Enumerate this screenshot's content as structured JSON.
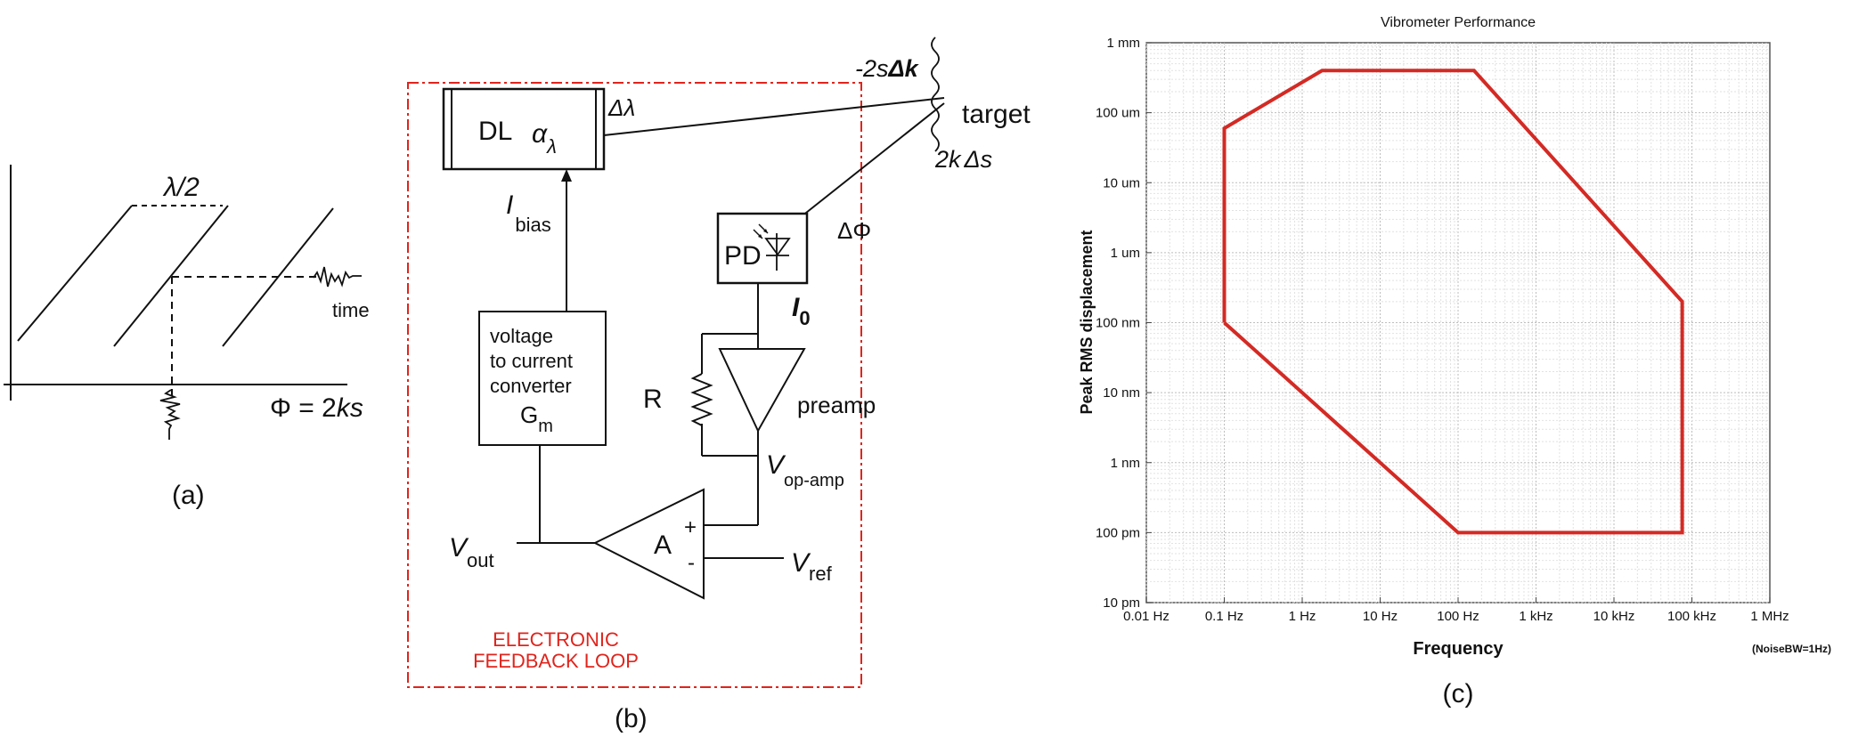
{
  "panel_a": {
    "caption": "(a)",
    "half_wavelength": "λ/2",
    "time_label": "time",
    "phase_prefix": "Φ = 2",
    "phase_var": "ks"
  },
  "panel_b": {
    "caption": "(b)",
    "dl_label": "DL",
    "alpha": "α",
    "alpha_sub": "λ",
    "delta_lambda": "Δλ",
    "minus_2s": "-2s",
    "delta_k": "Δk",
    "target": "target",
    "two_k": "2k",
    "delta_s": "Δs",
    "i_bias": "I",
    "i_bias_sub": "bias",
    "pd": "PD",
    "delta_phi": "ΔΦ",
    "i0": "I",
    "i0_sub": "0",
    "v2c_line1": "voltage",
    "v2c_line2": "to current",
    "v2c_line3": "converter",
    "gm": "G",
    "gm_sub": "m",
    "r": "R",
    "preamp": "preamp",
    "v_opamp": "V",
    "v_opamp_sub": "op-amp",
    "amp": "A",
    "plus": "+",
    "minus": "-",
    "v_out": "V",
    "v_out_sub": "out",
    "v_ref": "V",
    "v_ref_sub": "ref",
    "loop_line1": "ELECTRONIC",
    "loop_line2": "FEEDBACK LOOP",
    "loop_color": "#e0241c"
  },
  "panel_c": {
    "caption": "(c)",
    "noise_note": "(NoiseBW=1Hz)",
    "curve_color": "#d42a24"
  },
  "chart_data": {
    "type": "line",
    "title": "Vibrometer Performance",
    "xlabel": "Frequency",
    "ylabel": "Peak RMS displacement",
    "xscale": "log",
    "yscale": "log",
    "x_ticks": [
      {
        "v": 0.01,
        "label": "0.01 Hz"
      },
      {
        "v": 0.1,
        "label": "0.1 Hz"
      },
      {
        "v": 1,
        "label": "1 Hz"
      },
      {
        "v": 10,
        "label": "10 Hz"
      },
      {
        "v": 100,
        "label": "100 Hz"
      },
      {
        "v": 1000,
        "label": "1 kHz"
      },
      {
        "v": 10000,
        "label": "10 kHz"
      },
      {
        "v": 100000,
        "label": "100 kHz"
      },
      {
        "v": 1000000,
        "label": "1 MHz"
      }
    ],
    "y_ticks": [
      {
        "v": 1e-11,
        "label": "10 pm"
      },
      {
        "v": 1e-10,
        "label": "100 pm"
      },
      {
        "v": 1e-09,
        "label": "1 nm"
      },
      {
        "v": 1e-08,
        "label": "10 nm"
      },
      {
        "v": 1e-07,
        "label": "100 nm"
      },
      {
        "v": 1e-06,
        "label": "1 um"
      },
      {
        "v": 1e-05,
        "label": "10 um"
      },
      {
        "v": 0.0001,
        "label": "100 um"
      },
      {
        "v": 0.001,
        "label": "1 mm"
      }
    ],
    "xlim": [
      0.01,
      1000000
    ],
    "ylim": [
      1e-11,
      0.001
    ],
    "grid": true,
    "series": [
      {
        "points": [
          {
            "x": 0.1,
            "y": 1e-07
          },
          {
            "x": 0.1,
            "y": 6e-05
          },
          {
            "x": 1.8,
            "y": 0.0004
          },
          {
            "x": 160,
            "y": 0.0004
          },
          {
            "x": 75000,
            "y": 2e-07
          },
          {
            "x": 75000,
            "y": 1e-10
          },
          {
            "x": 100,
            "y": 1e-10
          },
          {
            "x": 0.1,
            "y": 1e-07
          }
        ]
      }
    ]
  }
}
